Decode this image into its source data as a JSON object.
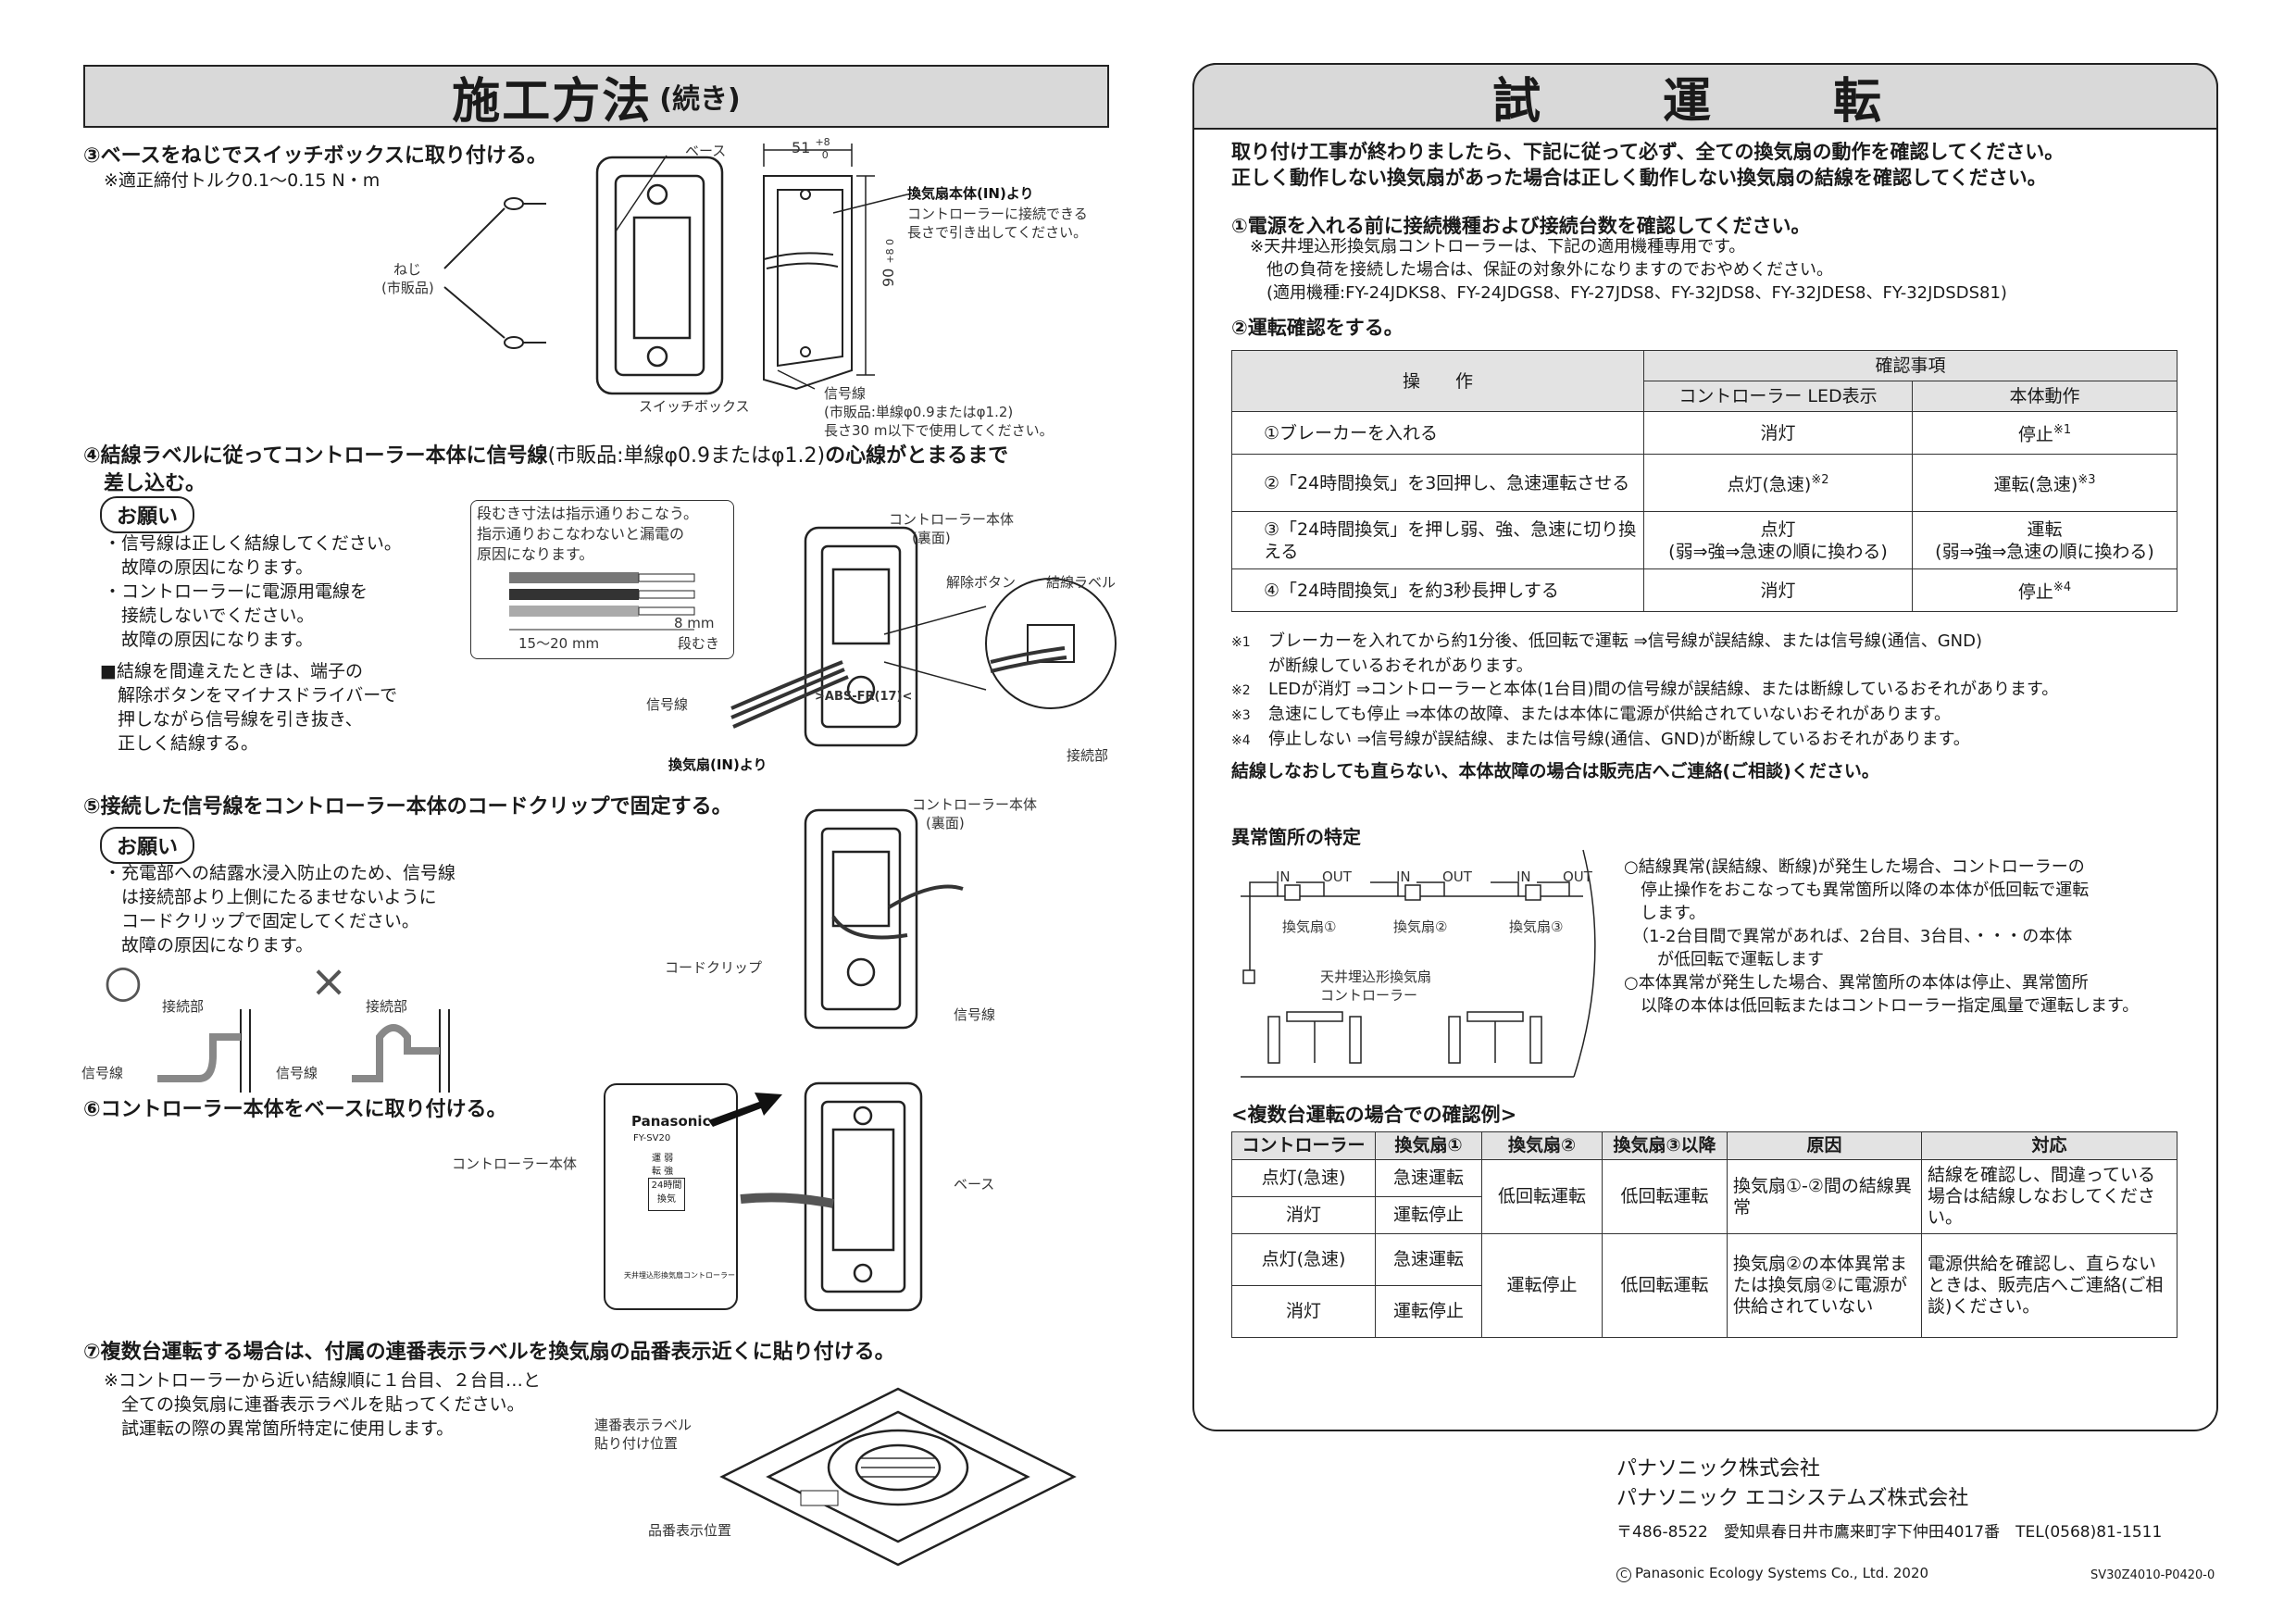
{
  "left": {
    "title_main": "施工方法",
    "title_sub": "(続き)",
    "step3": {
      "heading": "③ベースをねじでスイッチボックスに取り付ける。",
      "note": "※適正締付トルク0.1〜0.15 N・m",
      "labels": {
        "base": "ベース",
        "screw": "ねじ",
        "screw_sub": "(市販品)",
        "switch_box": "スイッチボックス",
        "dim_width": "51",
        "dim_width_tol_top": "+8",
        "dim_width_tol_bottom": "0",
        "dim_height": "90",
        "dim_height_tol": "+8 0",
        "from_fan_in": "換気扇本体(IN)より",
        "from_fan_note1": "コントローラーに接続できる",
        "from_fan_note2": "長さで引き出してください。",
        "signal_wire": "信号線",
        "signal_wire_note1": "(市販品:単線φ0.9またはφ1.2)",
        "signal_wire_note2": "長さ30 m以下で使用してください。"
      }
    },
    "step4": {
      "heading1": "④結線ラベルに従ってコントローラー本体に信号線",
      "heading_paren": "(市販品:単線φ0.9またはφ1.2)",
      "heading2": "の心線がとまるまで",
      "heading3": "差し込む。",
      "notice": "お願い",
      "bullets": [
        "・信号線は正しく結線してください。",
        "　故障の原因になります。",
        "・コントローラーに電源用電線を",
        "　接続しないでください。",
        "　故障の原因になります。"
      ],
      "removal": [
        "■結線を間違えたときは、端子の",
        "　解除ボタンをマイナスドライバーで",
        "　押しながら信号線を引き抜き、",
        "　正しく結線する。"
      ],
      "strip_note": [
        "段むき寸法は指示通りおこなう。",
        "指示通りおこなわないと漏電の",
        "原因になります。"
      ],
      "dim_strip": "15〜20 mm",
      "dim_8mm": "8 mm",
      "dim_8mm_sub": "段むき",
      "labels": {
        "controller_back": "コントローラー本体",
        "controller_back_sub": "(裏面)",
        "release_button": "解除ボタン",
        "wiring_label": "結線ラベル",
        "signal_wire": "信号線",
        "from_fan_in": "換気扇(IN)より",
        "terminal": "接続部",
        "model_mark": ">ABS-FR(17)<"
      }
    },
    "step5": {
      "heading": "⑤接続した信号線をコントローラー本体のコードクリップで固定する。",
      "notice": "お願い",
      "bullets": [
        "・充電部への結露水浸入防止のため、信号線",
        "　は接続部より上側にたるませないように",
        "　コードクリップで固定してください。",
        "　故障の原因になります。"
      ],
      "ok_mark": "○",
      "ng_mark": "×",
      "labels": {
        "terminal": "接続部",
        "signal_wire": "信号線",
        "controller_back": "コントローラー本体",
        "controller_back_sub": "(裏面)",
        "cord_clip": "コードクリップ",
        "signal_wire_r": "信号線"
      }
    },
    "step6": {
      "heading": "⑥コントローラー本体をベースに取り付ける。",
      "labels": {
        "controller": "コントローラー本体",
        "base": "ベース",
        "brand": "Panasonic",
        "model": "FY-SV20",
        "panel_1": "運 弱",
        "panel_2": "転 強",
        "panel_3": "24時間",
        "panel_4": "換気",
        "footer_small": "天井埋込形換気扇コントローラー"
      }
    },
    "step7": {
      "heading": "⑦複数台運転する場合は、付属の連番表示ラベルを換気扇の品番表示近くに貼り付ける。",
      "notes": [
        "※コントローラーから近い結線順に１台目、２台目…と",
        "　全ての換気扇に連番表示ラベルを貼ってください。",
        "　試運転の際の異常箇所特定に使用します。"
      ],
      "labels": {
        "seq_label": "連番表示ラベル",
        "seq_label_2": "貼り付け位置",
        "model_display": "品番表示位置"
      }
    }
  },
  "right": {
    "title": "試　運　転",
    "intro": [
      "取り付け工事が終わりましたら、下記に従って必ず、全ての換気扇の動作を確認してください。",
      "正しく動作しない換気扇があった場合は正しく動作しない換気扇の結線を確認してください。"
    ],
    "check1": {
      "heading": "①電源を入れる前に接続機種および接続台数を確認してください。",
      "lines": [
        "※天井埋込形換気扇コントローラーは、下記の適用機種専用です。",
        "　他の負荷を接続した場合は、保証の対象外になりますのでおやめください。",
        "　(適用機種:FY-24JDKS8、FY-24JDGS8、FY-27JDS8、FY-32JDS8、FY-32JDES8、FY-32JDSDS81)"
      ]
    },
    "check2": {
      "heading": "②運転確認をする。"
    },
    "op_table": {
      "header_op": "操　　作",
      "header_confirm": "確認事項",
      "header_led": "コントローラー LED表示",
      "header_body": "本体動作",
      "rows": [
        {
          "op": "①ブレーカーを入れる",
          "led": "消灯",
          "body": "停止",
          "body_sup": "※1",
          "led_sup": ""
        },
        {
          "op": "②「24時間換気」を3回押し、急速運転させる",
          "led": "点灯(急速)",
          "led_sup": "※2",
          "body": "運転(急速)",
          "body_sup": "※3"
        },
        {
          "op": "③「24時間換気」を押し弱、強、急速に切り換える",
          "led": "点灯",
          "led2": "(弱⇒強⇒急速の順に換わる)",
          "body": "運転",
          "body2": "(弱⇒強⇒急速の順に換わる)",
          "led_sup": "",
          "body_sup": ""
        },
        {
          "op": "④「24時間換気」を約3秒長押しする",
          "led": "消灯",
          "led_sup": "",
          "body": "停止",
          "body_sup": "※4"
        }
      ]
    },
    "footnotes": [
      {
        "mark": "※1",
        "text": "ブレーカーを入れてから約1分後、低回転で運転 ⇒信号線が誤結線、または信号線(通信、GND)"
      },
      {
        "mark": "",
        "text": "が断線しているおそれがあります。"
      },
      {
        "mark": "※2",
        "text": "LEDが消灯 ⇒コントローラーと本体(1台目)間の信号線が誤結線、または断線しているおそれがあります。"
      },
      {
        "mark": "※3",
        "text": "急速にしても停止 ⇒本体の故障、または本体に電源が供給されていないおそれがあります。"
      },
      {
        "mark": "※4",
        "text": "停止しない ⇒信号線が誤結線、または信号線(通信、GND)が断線しているおそれがあります。"
      }
    ],
    "contact_note": "結線しなおしても直らない、本体故障の場合は販売店へご連絡(ご相談)ください。",
    "fault": {
      "heading": "異常箇所の特定",
      "in": "IN",
      "out": "OUT",
      "fan1": "換気扇①",
      "fan2": "換気扇②",
      "fan3": "換気扇③",
      "controller1": "天井埋込形換気扇",
      "controller2": "コントローラー",
      "desc": [
        "○結線異常(誤結線、断線)が発生した場合、コントローラーの",
        "　停止操作をおこなっても異常箇所以降の本体が低回転で運転",
        "　します。",
        "　（1-2台目間で異常があれば、2台目、3台目、・・・の本体",
        "　　が低回転で運転します",
        "○本体異常が発生した場合、異常箇所の本体は停止、異常箇所",
        "　以降の本体は低回転またはコントローラー指定風量で運転します。"
      ]
    },
    "multi": {
      "heading": "<複数台運転の場合での確認例>",
      "headers": [
        "コントローラー",
        "換気扇①",
        "換気扇②",
        "換気扇③以降",
        "原因",
        "対応"
      ],
      "rows": [
        [
          "点灯(急速)",
          "急速運転",
          "低回転運転",
          "低回転運転",
          "換気扇①-②間の結線異常",
          "結線を確認し、間違っている場合は結線しなおしてください。"
        ],
        [
          "消灯",
          "運転停止"
        ],
        [
          "点灯(急速)",
          "急速運転",
          "運転停止",
          "低回転運転",
          "換気扇②の本体異常または換気扇②に電源が供給されていない",
          "電源供給を確認し、直らないときは、販売店へご連絡(ご相談)ください。"
        ],
        [
          "消灯",
          "運転停止"
        ]
      ]
    },
    "company1": "パナソニック株式会社",
    "company2": "パナソニック エコシステムズ株式会社",
    "address": "〒486-8522　愛知県春日井市鷹来町字下仲田4017番　TEL(0568)81-1511",
    "copyright": "Panasonic Ecology Systems Co., Ltd. 2020",
    "doc_code": "SV30Z4010-P0420-0"
  }
}
